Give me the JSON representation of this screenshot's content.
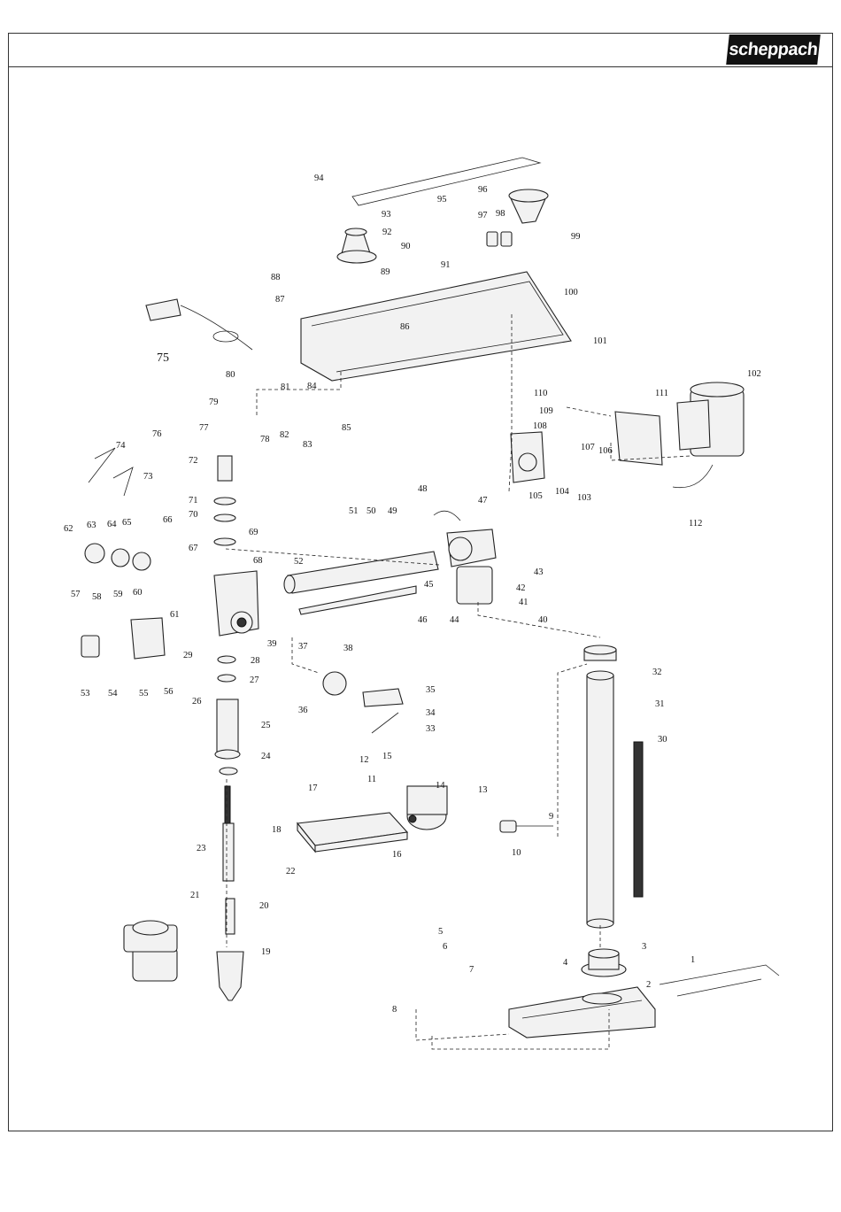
{
  "brand": {
    "name": "scheppach"
  },
  "diagram": {
    "parts": [
      "1",
      "2",
      "3",
      "4",
      "5",
      "6",
      "7",
      "8",
      "9",
      "10",
      "11",
      "12",
      "13",
      "14",
      "15",
      "16",
      "17",
      "18",
      "19",
      "20",
      "21",
      "22",
      "23",
      "24",
      "25",
      "26",
      "27",
      "28",
      "29",
      "30",
      "31",
      "32",
      "33",
      "34",
      "35",
      "36",
      "37",
      "38",
      "39",
      "40",
      "41",
      "42",
      "43",
      "44",
      "45",
      "46",
      "47",
      "48",
      "49",
      "50",
      "51",
      "52",
      "53",
      "54",
      "55",
      "56",
      "57",
      "58",
      "59",
      "60",
      "61",
      "62",
      "63",
      "64",
      "65",
      "66",
      "67",
      "68",
      "69",
      "70",
      "71",
      "72",
      "73",
      "74",
      "75",
      "76",
      "77",
      "78",
      "79",
      "80",
      "81",
      "82",
      "83",
      "84",
      "85",
      "86",
      "87",
      "88",
      "89",
      "90",
      "91",
      "92",
      "93",
      "94",
      "95",
      "96",
      "97",
      "98",
      "99",
      "100",
      "101",
      "102",
      "103",
      "104",
      "105",
      "106",
      "107",
      "108",
      "109",
      "110",
      "111",
      "112"
    ]
  }
}
